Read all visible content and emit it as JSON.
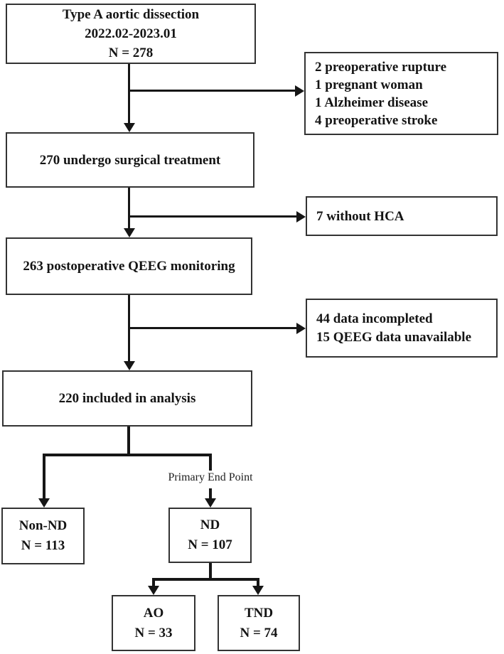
{
  "figure": {
    "type": "flowchart",
    "colors": {
      "line": "#161616",
      "border": "#333333",
      "text": "#141414",
      "background": "#ffffff"
    }
  },
  "flowchart": {
    "boxes": {
      "start": {
        "lines": [
          "Type A aortic dissection",
          "2022.02-2023.01",
          "N = 278"
        ]
      },
      "excluded_1": {
        "lines": [
          "2 preoperative rupture",
          "1 pregnant woman",
          "1 Alzheimer disease",
          "4 preoperative stroke"
        ]
      },
      "surgical": {
        "lines": [
          "270 undergo surgical treatment"
        ]
      },
      "no_hca": {
        "lines": [
          "7 without HCA"
        ]
      },
      "qeeg": {
        "lines": [
          "263 postoperative QEEG monitoring"
        ]
      },
      "excluded_2": {
        "lines": [
          "44 data incompleted",
          "15 QEEG data unavailable"
        ]
      },
      "analysis": {
        "lines": [
          "220 included in analysis"
        ]
      },
      "non_nd": {
        "lines": [
          "Non-ND",
          "N = 113"
        ]
      },
      "nd": {
        "lines": [
          "ND",
          "N = 107"
        ]
      },
      "ao": {
        "lines": [
          "AO",
          "N = 33"
        ]
      },
      "tnd": {
        "lines": [
          "TND",
          "N = 74"
        ]
      }
    },
    "labels": {
      "primary_end_point": "Primary End Point"
    }
  }
}
